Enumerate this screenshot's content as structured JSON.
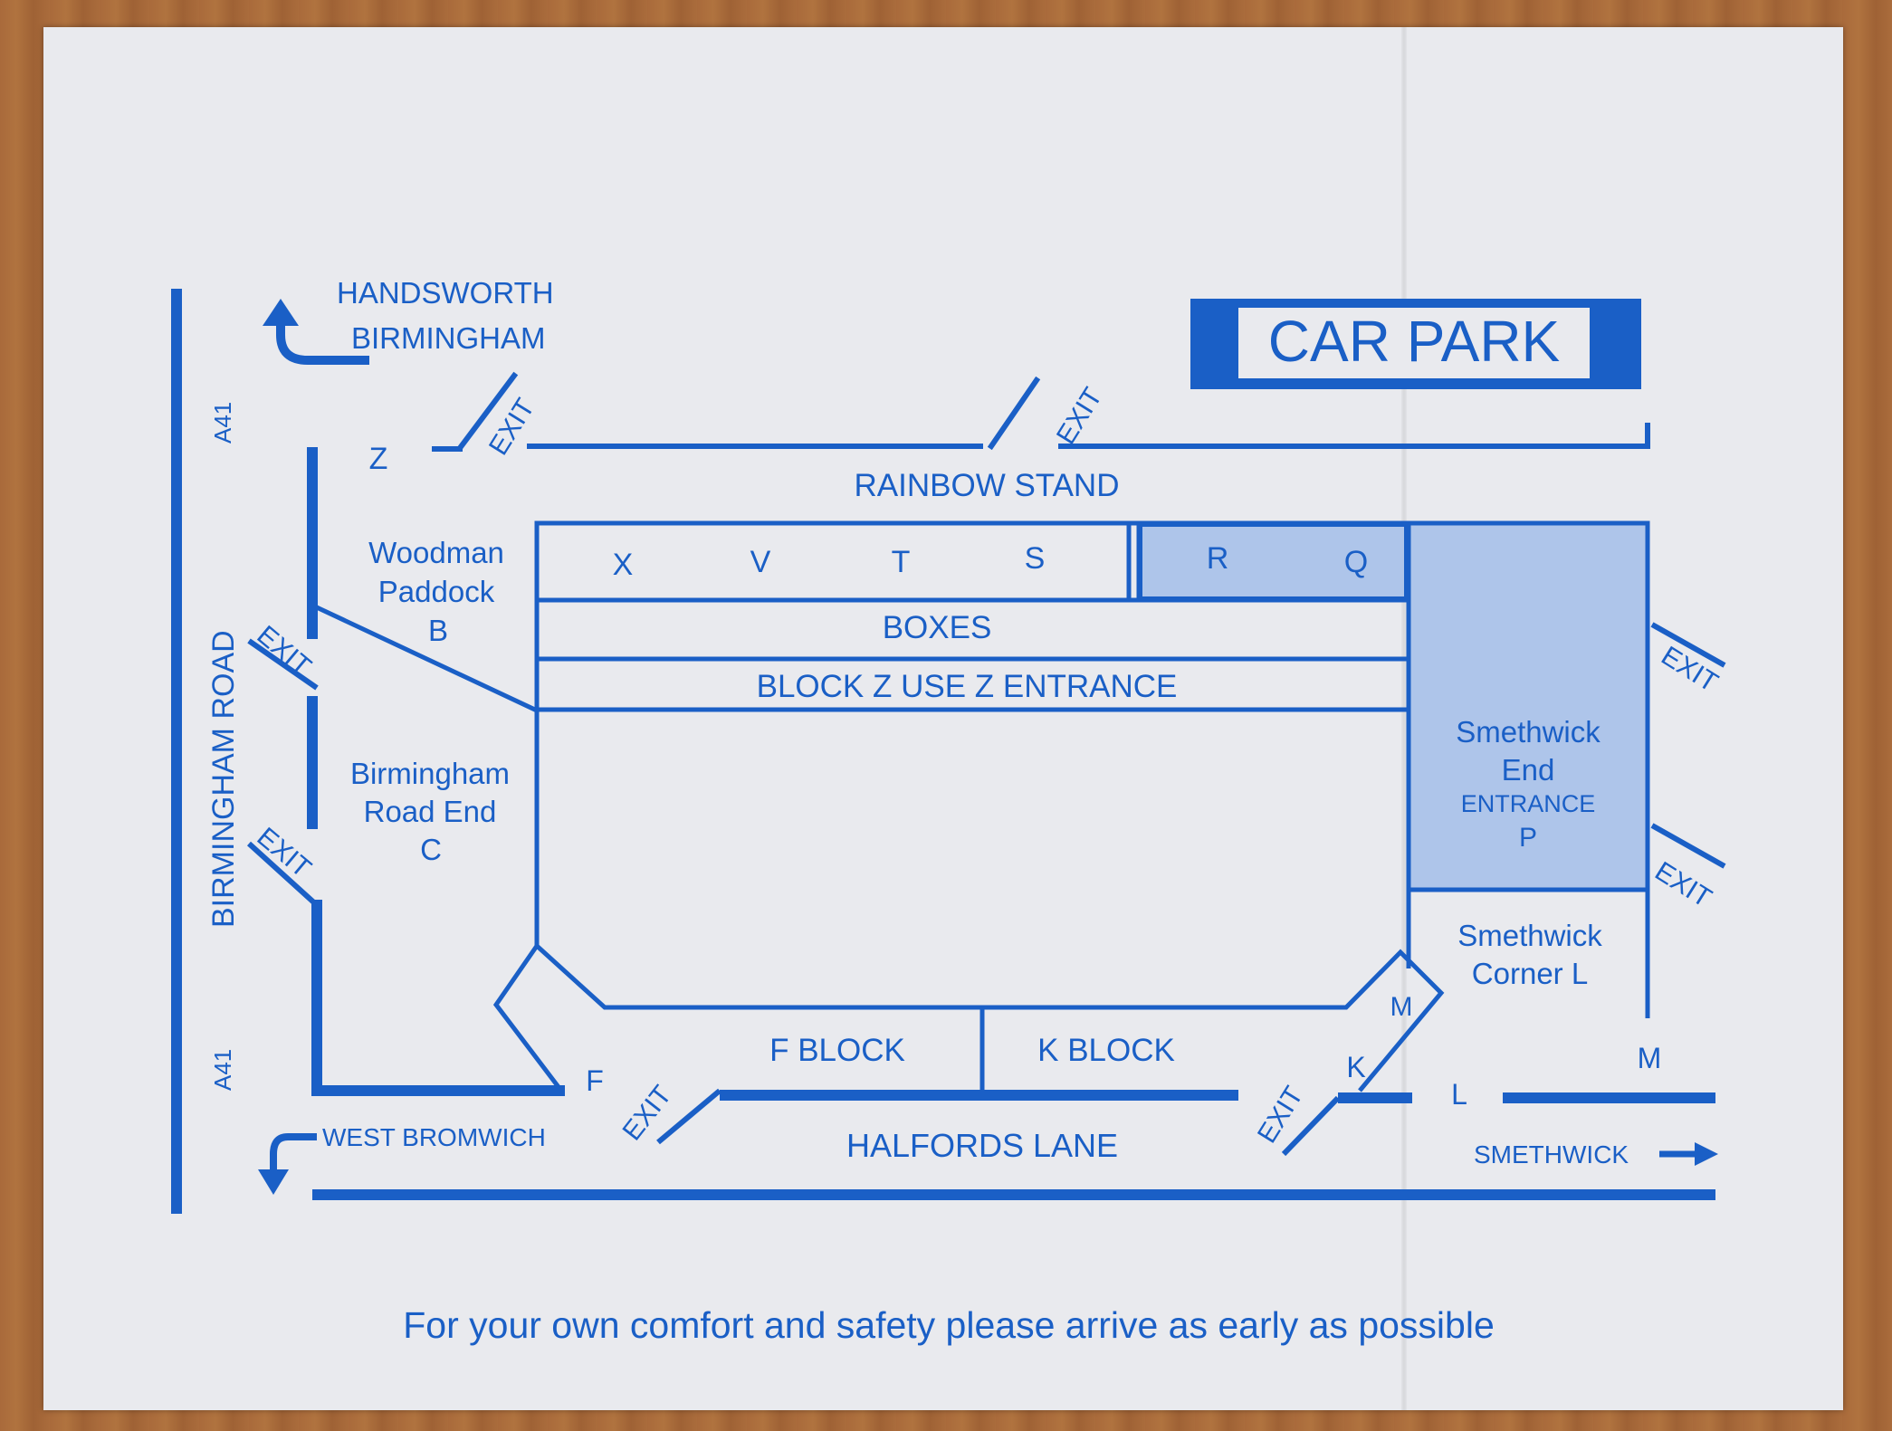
{
  "colors": {
    "ink": "#1a5fc6",
    "paper": "#e9eaee",
    "shade": "#aec5ea",
    "wood": "#a8683a"
  },
  "directions": {
    "north": "HANDSWORTH\nBIRMINGHAM",
    "west": "WEST BROMWICH",
    "east": "SMETHWICK"
  },
  "roads": {
    "a41_top": "A41",
    "a41_bottom": "A41",
    "birmingham_road": "BIRMINGHAM ROAD",
    "halfords_lane": "HALFORDS LANE"
  },
  "car_park": "CAR PARK",
  "exit_label": "EXIT",
  "stands": {
    "rainbow": "RAINBOW STAND",
    "boxes": "BOXES",
    "block_z": "BLOCK Z USE Z ENTRANCE",
    "woodman": "Woodman\nPaddock\nB",
    "birmingham_road_end": "Birmingham\nRoad End\nC",
    "smethwick_end_1": "Smethwick",
    "smethwick_end_2": "End",
    "smethwick_end_3": "ENTRANCE",
    "smethwick_end_4": "P",
    "smethwick_corner": "Smethwick\nCorner L",
    "f_block": "F BLOCK",
    "k_block": "K BLOCK"
  },
  "sections": [
    "X",
    "V",
    "T",
    "S",
    "R",
    "Q"
  ],
  "gates": {
    "z": "Z",
    "f": "F",
    "k": "K",
    "l": "L",
    "m_corner": "M",
    "m_side": "M"
  },
  "footer": "For your own comfort and safety please arrive as early as possible"
}
